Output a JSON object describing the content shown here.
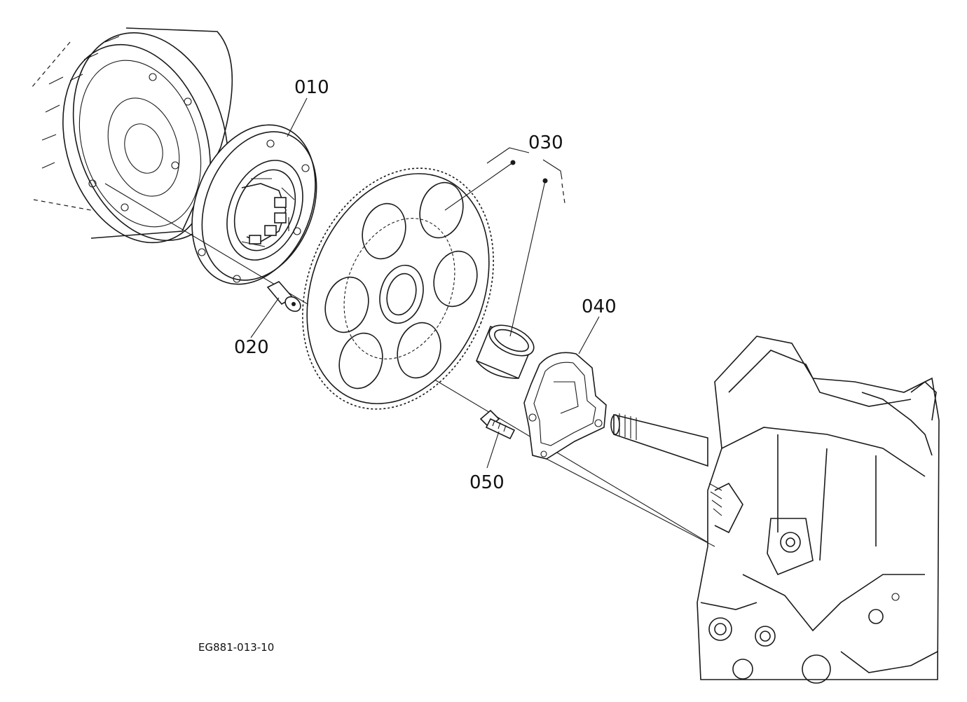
{
  "parts": [
    {
      "id": "010",
      "label": "010"
    },
    {
      "id": "020",
      "label": "020"
    },
    {
      "id": "030",
      "label": "030"
    },
    {
      "id": "040",
      "label": "040"
    },
    {
      "id": "050",
      "label": "050"
    }
  ],
  "figure_ref": "EG881-013-10"
}
